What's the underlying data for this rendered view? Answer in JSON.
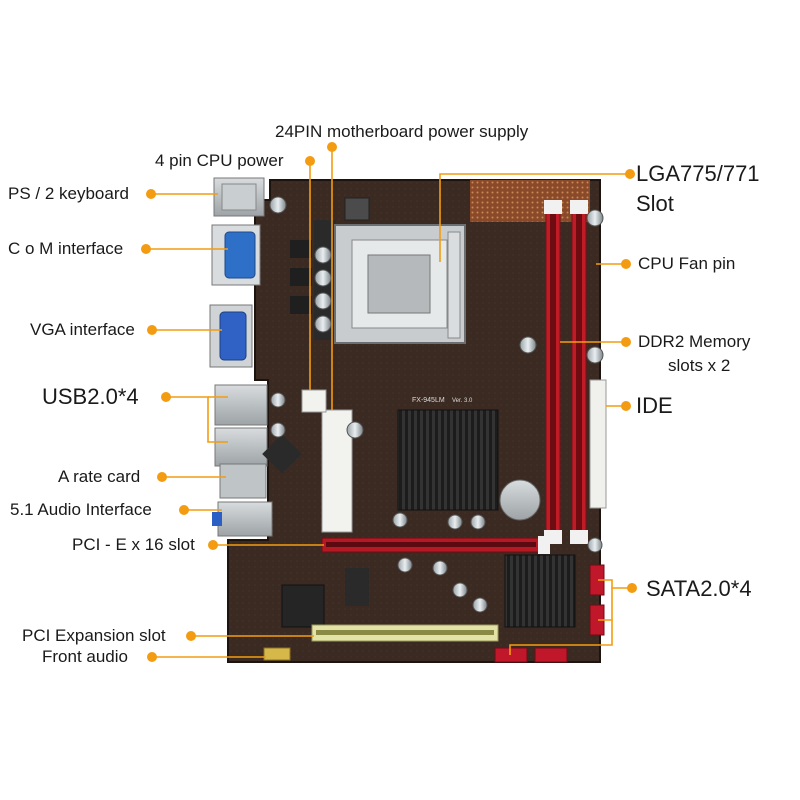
{
  "accent_color": "#f39c12",
  "labels": {
    "power24": "24PIN motherboard power supply",
    "cpu_power": "4 pin CPU power",
    "ps2": "PS / 2 keyboard",
    "com": "C o M interface",
    "vga": "VGA interface",
    "usb": "USB2.0*4",
    "lan": "A rate card",
    "audio": "5.1 Audio Interface",
    "pcie": "PCI - E x 16 slot",
    "pci": "PCI Expansion slot",
    "front_audio": "Front audio",
    "lga_line1": "LGA775/771",
    "lga_line2": "Slot",
    "cpu_fan": "CPU Fan pin",
    "ddr2_line1": "DDR2 Memory",
    "ddr2_line2": "slots x 2",
    "ide": "IDE",
    "sata": "SATA2.0*4"
  },
  "board": {
    "model": "FX-945LM",
    "version": "Ver. 3.0"
  }
}
